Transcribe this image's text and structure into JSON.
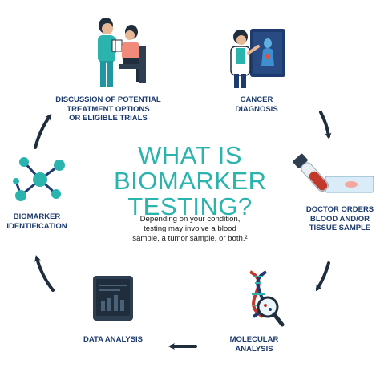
{
  "title": {
    "line1": "WHAT IS",
    "line2": "BIOMARKER",
    "line3": "TESTING?"
  },
  "description": {
    "line1": "Depending on your condition,",
    "line2": "testing may involve a blood",
    "line3": "sample, a tumor sample, or both.²"
  },
  "steps": {
    "cancer_diagnosis": {
      "line1": "CANCER",
      "line2": "DIAGNOSIS"
    },
    "doctor_orders": {
      "line1": "DOCTOR ORDERS",
      "line2": "BLOOD AND/OR",
      "line3": "TISSUE SAMPLE"
    },
    "molecular_analysis": {
      "line1": "MOLECULAR",
      "line2": "ANALYSIS"
    },
    "data_analysis": {
      "line1": "DATA ANALYSIS"
    },
    "biomarker_identification": {
      "line1": "BIOMARKER",
      "line2": "IDENTIFICATION"
    },
    "discussion": {
      "line1": "DISCUSSION OF POTENTIAL",
      "line2": "TREATMENT OPTIONS",
      "line3": "OR ELIGIBLE TRIALS"
    }
  },
  "icons": [
    "doctor-patient-icon",
    "doctor-xray-icon",
    "blood-tube-slide-icon",
    "dna-magnifier-icon",
    "data-monitor-icon",
    "molecule-network-icon"
  ],
  "colors": {
    "teal": "#2bb3ad",
    "navy": "#1d3b6e",
    "arrow": "#1f2d3d",
    "tube_red": "#c0392b"
  }
}
